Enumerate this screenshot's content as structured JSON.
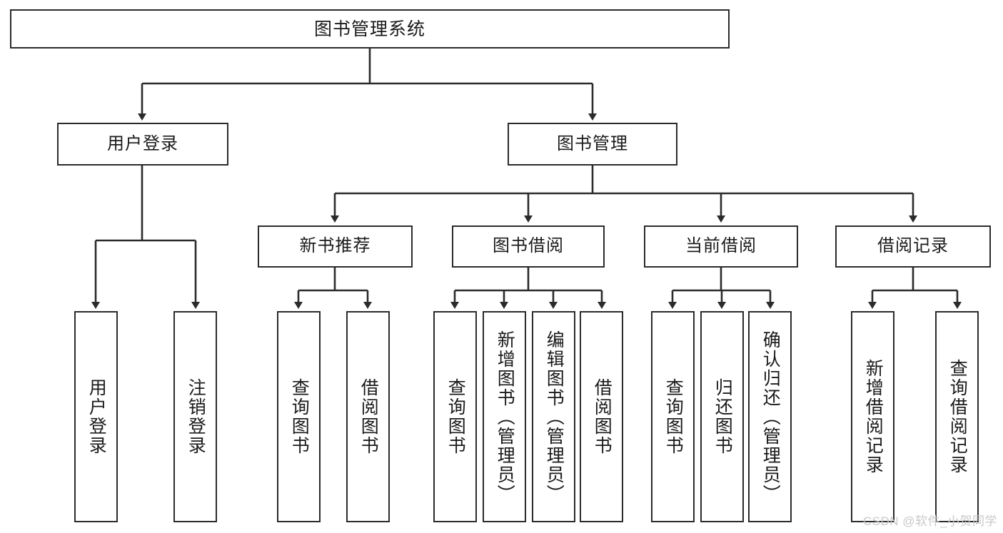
{
  "diagram": {
    "type": "tree-hierarchy-diagram",
    "title": "图书管理系统",
    "root": {
      "id": "root",
      "label": "图书管理系统"
    },
    "level2": [
      {
        "id": "user-login",
        "label": "用户登录"
      },
      {
        "id": "book-manage",
        "label": "图书管理"
      }
    ],
    "level3": [
      {
        "id": "new-book-recommend",
        "label": "新书推荐",
        "parent": "book-manage"
      },
      {
        "id": "book-borrow",
        "label": "图书借阅",
        "parent": "book-manage"
      },
      {
        "id": "current-borrow",
        "label": "当前借阅",
        "parent": "book-manage"
      },
      {
        "id": "borrow-record",
        "label": "借阅记录",
        "parent": "book-manage"
      }
    ],
    "leaves": {
      "user_login": [
        {
          "id": "leaf-user-login",
          "label": "用户登录"
        },
        {
          "id": "leaf-user-logout",
          "label": "注销登录"
        }
      ],
      "new_book_recommend": [
        {
          "id": "leaf-query-book-1",
          "label": "查询图书"
        },
        {
          "id": "leaf-borrow-book-1",
          "label": "借阅图书"
        }
      ],
      "book_borrow": [
        {
          "id": "leaf-query-book-2",
          "label": "查询图书"
        },
        {
          "id": "leaf-add-book",
          "label": "新增图书（管理员）"
        },
        {
          "id": "leaf-edit-book",
          "label": "编辑图书（管理员）"
        },
        {
          "id": "leaf-borrow-book-2",
          "label": "借阅图书"
        }
      ],
      "current_borrow": [
        {
          "id": "leaf-query-book-3",
          "label": "查询图书"
        },
        {
          "id": "leaf-return-book",
          "label": "归还图书"
        },
        {
          "id": "leaf-confirm-return",
          "label": "确认归还（管理员）"
        }
      ],
      "borrow_record": [
        {
          "id": "leaf-add-record",
          "label": "新增借阅记录"
        },
        {
          "id": "leaf-query-record",
          "label": "查询借阅记录"
        }
      ]
    },
    "colors": {
      "stroke": "#2b2b2b",
      "background": "#ffffff",
      "text": "#1a1a1a",
      "watermark": "#c9c9c9"
    }
  },
  "watermark": {
    "text": "CSDN @软件_小贺同学"
  }
}
